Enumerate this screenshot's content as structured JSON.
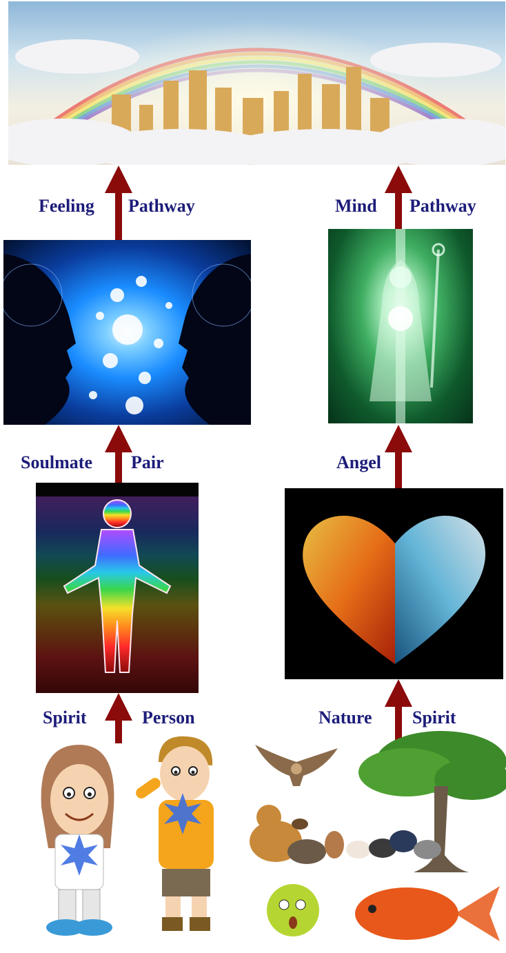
{
  "labels": {
    "feeling": "Feeling",
    "feeling_pathway": "Pathway",
    "mind": "Mind",
    "mind_pathway": "Pathway",
    "soulmate": "Soulmate",
    "pair": "Pair",
    "angel": "Angel",
    "spirit_left": "Spirit",
    "person": "Person",
    "nature": "Nature",
    "spirit_right": "Spirit"
  },
  "colors": {
    "label_text": "#1c1c7a",
    "arrow": "#8b0a0a"
  },
  "images": {
    "heaven": "heavenly-city-rainbow",
    "soulmate": "two-faces-facing-blue-light",
    "angel": "glowing-green-angel",
    "aura": "human-chakra-aura",
    "heart": "fire-and-ice-heart",
    "children": "cartoon-children-with-spirit-stars",
    "nature": "animals-tree-fish-germ"
  }
}
